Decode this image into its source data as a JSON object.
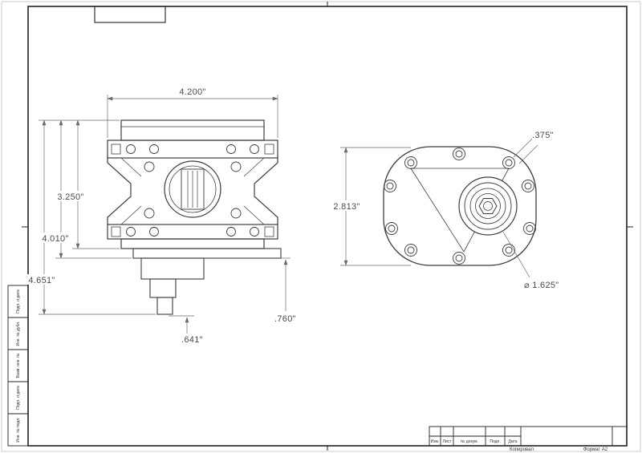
{
  "sheet": {
    "footer": {
      "copied_label": "Копировал",
      "format_label": "Формат А2"
    },
    "title_block_columns": [
      "Изм.",
      "Лист",
      "№ докум.",
      "Подп.",
      "Дата"
    ],
    "side_labels": [
      "Подп. и дата",
      "Инв. № дубл.",
      "Взам. инв. №",
      "Подп. и дата",
      "Инв. № подл."
    ]
  },
  "views": {
    "front": {
      "dim_width": "4.200\"",
      "dim_height_1": "3.250\"",
      "dim_height_2": "4.010\"",
      "dim_height_3": "4.651\"",
      "dim_shaft": ".641\"",
      "dim_step": ".760\""
    },
    "end": {
      "dim_height": "2.813\"",
      "dim_bolt": ".375\"",
      "dim_hub": "⌀ 1.625\""
    }
  },
  "colors": {
    "part_line": "#3c3c3c",
    "dim_line": "#6a6a6a",
    "frame": "#222222"
  }
}
